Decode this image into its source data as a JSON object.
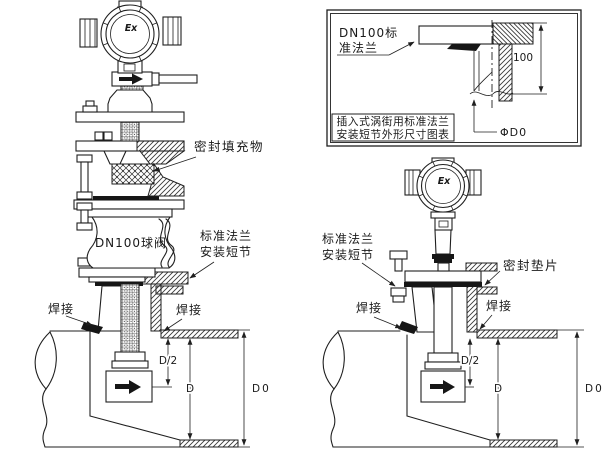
{
  "colors": {
    "background": "#ffffff",
    "line_color": "#1f1f1f"
  },
  "left_assembly": {
    "transmitter_mark": "Ex",
    "seal_filler_label": "密封填充物",
    "valve_label": "DN100球阀",
    "flange_label_line1": "标准法兰",
    "flange_label_line2": "安装短节",
    "weld_label_left": "焊接",
    "weld_label_right": "焊接",
    "dim_half_bore": "D/2",
    "dim_bore": "D",
    "dim_outer": "D0"
  },
  "right_assembly": {
    "transmitter_mark": "Ex",
    "flange_label_line1": "标准法兰",
    "flange_label_line2": "安装短节",
    "gasket_label": "密封垫片",
    "weld_label_left": "焊接",
    "weld_label_right": "焊接",
    "dim_half_bore": "D/2",
    "dim_bore": "D",
    "dim_outer": "D0"
  },
  "inset": {
    "flange_label_line1": "DN100标",
    "flange_label_line2": "准法兰",
    "height_dim": "100",
    "diameter_dim": "ΦD0",
    "caption_line1": "插入式涡街用标准法兰",
    "caption_line2": "安装短节外形尺寸图表"
  }
}
